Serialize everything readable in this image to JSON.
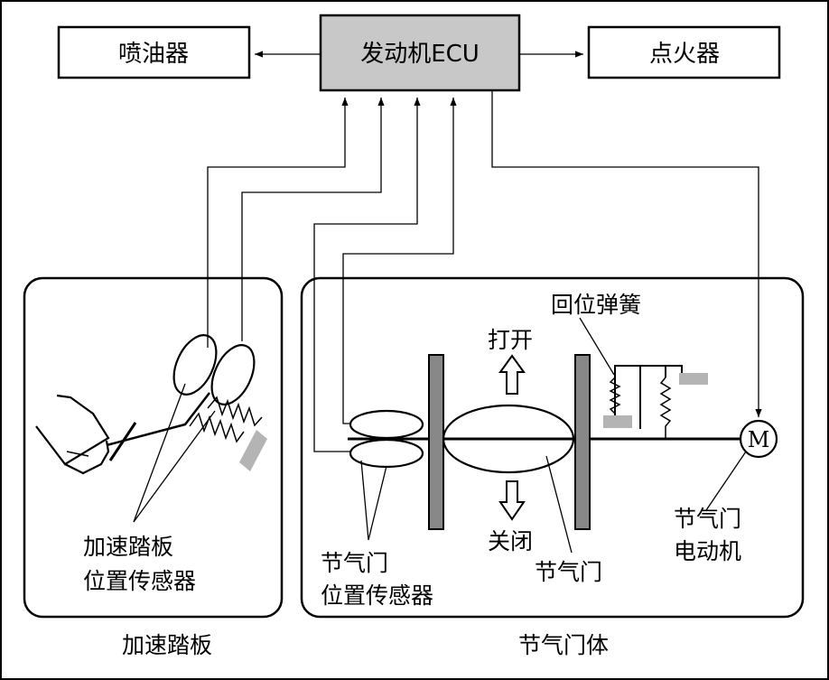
{
  "boxes": {
    "ecu": "发动机ECU",
    "injector": "喷油器",
    "igniter": "点火器"
  },
  "panels": {
    "pedal": "加速踏板",
    "throttle_body": "节气门体"
  },
  "labels": {
    "pedal_sensor_line1": "加速踏板",
    "pedal_sensor_line2": "位置传感器",
    "throttle_sensor_line1": "节气门",
    "throttle_sensor_line2": "位置传感器",
    "return_spring": "回位弹簧",
    "open": "打开",
    "close": "关闭",
    "throttle_valve": "节气门",
    "motor_line1": "节气门",
    "motor_line2": "电动机",
    "motor_symbol": "M"
  },
  "colors": {
    "ecu_fill": "#c8c8c8",
    "plate_fill": "#888888",
    "pad_fill": "#b4b4b4",
    "line": "#000000"
  }
}
